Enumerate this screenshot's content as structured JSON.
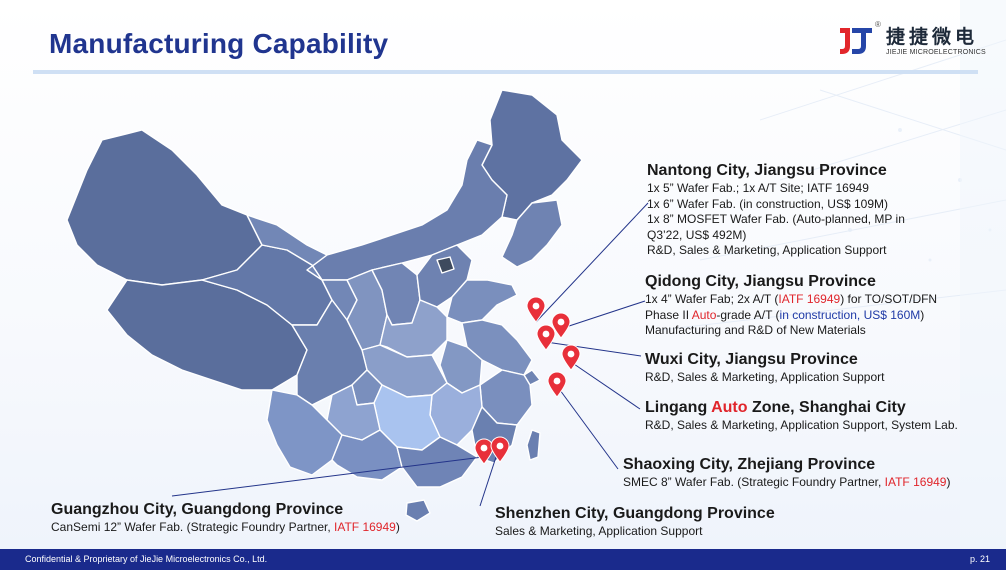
{
  "slide": {
    "title": "Manufacturing Capability",
    "page": "p. 21",
    "footer": "Confidential & Proprietary of JieJie Microelectronics Co., Ltd."
  },
  "logo": {
    "cn": "捷捷微电",
    "en": "JIEJIE MICROELECTRONICS",
    "reg": "®"
  },
  "colors": {
    "title": "#20358f",
    "footer_bg": "#1a2a8c",
    "highlight_red": "#e0252b",
    "highlight_blue": "#1f3aa6",
    "map_dark": "#5a6e9c",
    "map_light": "#a9c3ef",
    "pin": "#e8303a"
  },
  "sites": {
    "nantong": {
      "city": "Nantong City, Jiangsu Province",
      "l1": "1x 5” Wafer Fab.; 1x A/T Site; IATF 16949",
      "l2": "1x 6” Wafer Fab. (in construction, US$ 109M)",
      "l3": "1x 8” MOSFET Wafer Fab. (Auto-planned, MP in",
      "l4": "Q3’22, US$ 492M)",
      "l5": "R&D, Sales & Marketing, Application Support"
    },
    "qidong": {
      "city": "Qidong City, Jiangsu Province",
      "l1a": "1x 4” Wafer Fab; 2x A/T (",
      "l1b": "IATF 16949",
      "l1c": ") for TO/SOT/DFN",
      "l2a": "Phase II ",
      "l2b": "Auto",
      "l2c": "-grade A/T (",
      "l2d": "in construction, US$ 160M",
      "l2e": ")",
      "l3": "Manufacturing and R&D of New Materials"
    },
    "wuxi": {
      "city": "Wuxi City, Jiangsu Province",
      "l1": "R&D, Sales & Marketing, Application Support"
    },
    "lingang": {
      "city_a": "Lingang ",
      "city_b": "Auto",
      "city_c": " Zone, Shanghai City",
      "l1": "R&D, Sales & Marketing, Application Support, System Lab."
    },
    "shaoxing": {
      "city": "Shaoxing City, Zhejiang Province",
      "l1a": "SMEC 8” Wafer Fab. (Strategic Foundry Partner, ",
      "l1b": "IATF 16949",
      "l1c": ")"
    },
    "guangzhou": {
      "city": "Guangzhou City, Guangdong Province",
      "l1a": "CanSemi 12” Wafer Fab. (Strategic Foundry Partner, ",
      "l1b": "IATF 16949",
      "l1c": ")"
    },
    "shenzhen": {
      "city": "Shenzhen City, Guangdong Province",
      "l1": "Sales & Marketing, Application Support"
    }
  }
}
